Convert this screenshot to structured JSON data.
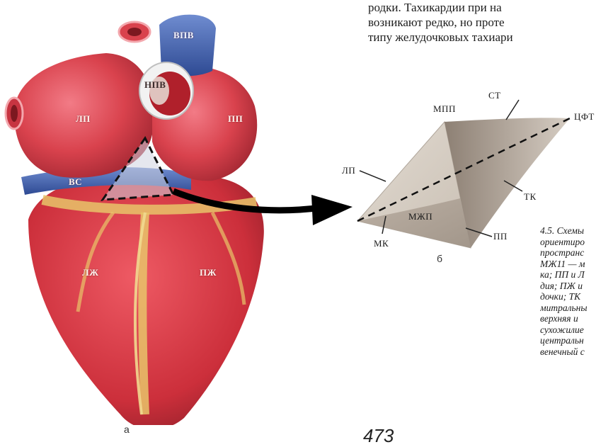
{
  "body_text": {
    "lines": [
      "родки. Тахикардии при на",
      "возникают редко, но проте",
      "типу желудочковых тахиари"
    ]
  },
  "heart_labels": {
    "vpv": "ВПВ",
    "npv": "НПВ",
    "lp": "ЛП",
    "pp": "ПП",
    "vs": "ВС",
    "lzh": "ЛЖ",
    "pzh": "ПЖ"
  },
  "diagram_labels": {
    "mpp": "МПП",
    "st": "СТ",
    "cft": "ЦФТ",
    "lp": "ЛП",
    "tk": "ТК",
    "mzhp": "МЖП",
    "pp": "ПП",
    "mk": "МК"
  },
  "sublabels": {
    "a": "а",
    "b": "б"
  },
  "caption": {
    "lines": [
      "4.5. Схемы",
      "ориентиро",
      "пространс",
      "МЖ11 — м",
      "ка; ПП и Л",
      "дия; ПЖ и",
      "дочки; ТК",
      "митральны",
      "верхняя и",
      "сухожилие",
      "центральн",
      "венечный с"
    ]
  },
  "page_number": "473",
  "colors": {
    "heart_red": "#d9424d",
    "vein_blue": "#3f5ea8",
    "fat_yellow": "#e8c46a",
    "membrane_light": "#d8cfc4",
    "membrane_dark": "#9b8e82"
  }
}
